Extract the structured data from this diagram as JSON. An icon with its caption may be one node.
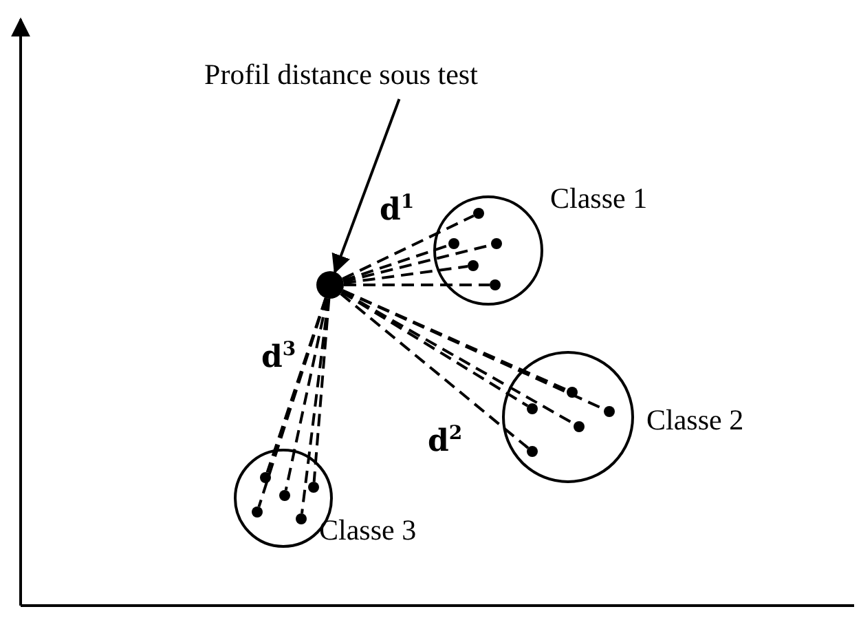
{
  "diagram": {
    "nodes": [
      {
        "text": [
          "Profil distance sous test"
        ]
      },
      {
        "text": [],
        "shape": "circle"
      },
      {
        "text": [],
        "shape": "circle",
        "beside": [
          "Classe 1"
        ]
      },
      {
        "text": [],
        "shape": "circle",
        "in": 2
      },
      {
        "text": [],
        "shape": "circle",
        "in": 2
      },
      {
        "text": [],
        "shape": "circle",
        "in": 2
      },
      {
        "text": [],
        "shape": "circle",
        "in": 2
      },
      {
        "text": [],
        "shape": "circle",
        "in": 2
      },
      {
        "text": [],
        "shape": "circle",
        "beside": [
          "Classe 2"
        ]
      },
      {
        "text": [],
        "shape": "circle",
        "in": 8
      },
      {
        "text": [],
        "shape": "circle",
        "in": 8
      },
      {
        "text": [],
        "shape": "circle",
        "in": 8
      },
      {
        "text": [],
        "shape": "circle",
        "in": 8
      },
      {
        "text": [],
        "shape": "circle",
        "in": 8
      },
      {
        "text": [],
        "shape": "circle",
        "beside": [
          "Classe 3"
        ]
      },
      {
        "text": [],
        "shape": "circle",
        "in": 14
      },
      {
        "text": [],
        "shape": "circle",
        "in": 14
      },
      {
        "text": [],
        "shape": "circle",
        "in": 14
      },
      {
        "text": [],
        "shape": "circle",
        "in": 14
      },
      {
        "text": [],
        "shape": "circle",
        "in": 14
      }
    ],
    "edges": [
      {
        "from": 0,
        "to": 1,
        "arrow": "to"
      },
      {
        "from": 1,
        "to": 3,
        "arrow": "none",
        "style": "dashed"
      },
      {
        "from": 1,
        "to": 4,
        "arrow": "none",
        "style": "dashed"
      },
      {
        "from": 1,
        "to": 5,
        "arrow": "none",
        "style": "dashed"
      },
      {
        "from": 1,
        "to": 6,
        "arrow": "none",
        "style": "dashed"
      },
      {
        "from": 1,
        "to": 7,
        "arrow": "none",
        "style": "dashed"
      },
      {
        "from": 1,
        "to": 9,
        "arrow": "none",
        "style": "dashed"
      },
      {
        "from": 1,
        "to": 10,
        "arrow": "none",
        "style": "dashed"
      },
      {
        "from": 1,
        "to": 11,
        "arrow": "none",
        "style": "dashed"
      },
      {
        "from": 1,
        "to": 12,
        "arrow": "none",
        "style": "dashed"
      },
      {
        "from": 1,
        "to": 13,
        "arrow": "none",
        "style": "dashed"
      },
      {
        "from": 1,
        "to": 15,
        "arrow": "none",
        "style": "dashed"
      },
      {
        "from": 1,
        "to": 16,
        "arrow": "none",
        "style": "dashed"
      },
      {
        "from": 1,
        "to": 17,
        "arrow": "none",
        "style": "dashed"
      },
      {
        "from": 1,
        "to": 18,
        "arrow": "none",
        "style": "dashed"
      },
      {
        "from": 1,
        "to": 19,
        "arrow": "none",
        "style": "dashed"
      }
    ],
    "labels": [
      "d$^{1}$",
      "d$^{3}$",
      "d$^{2}$"
    ]
  }
}
